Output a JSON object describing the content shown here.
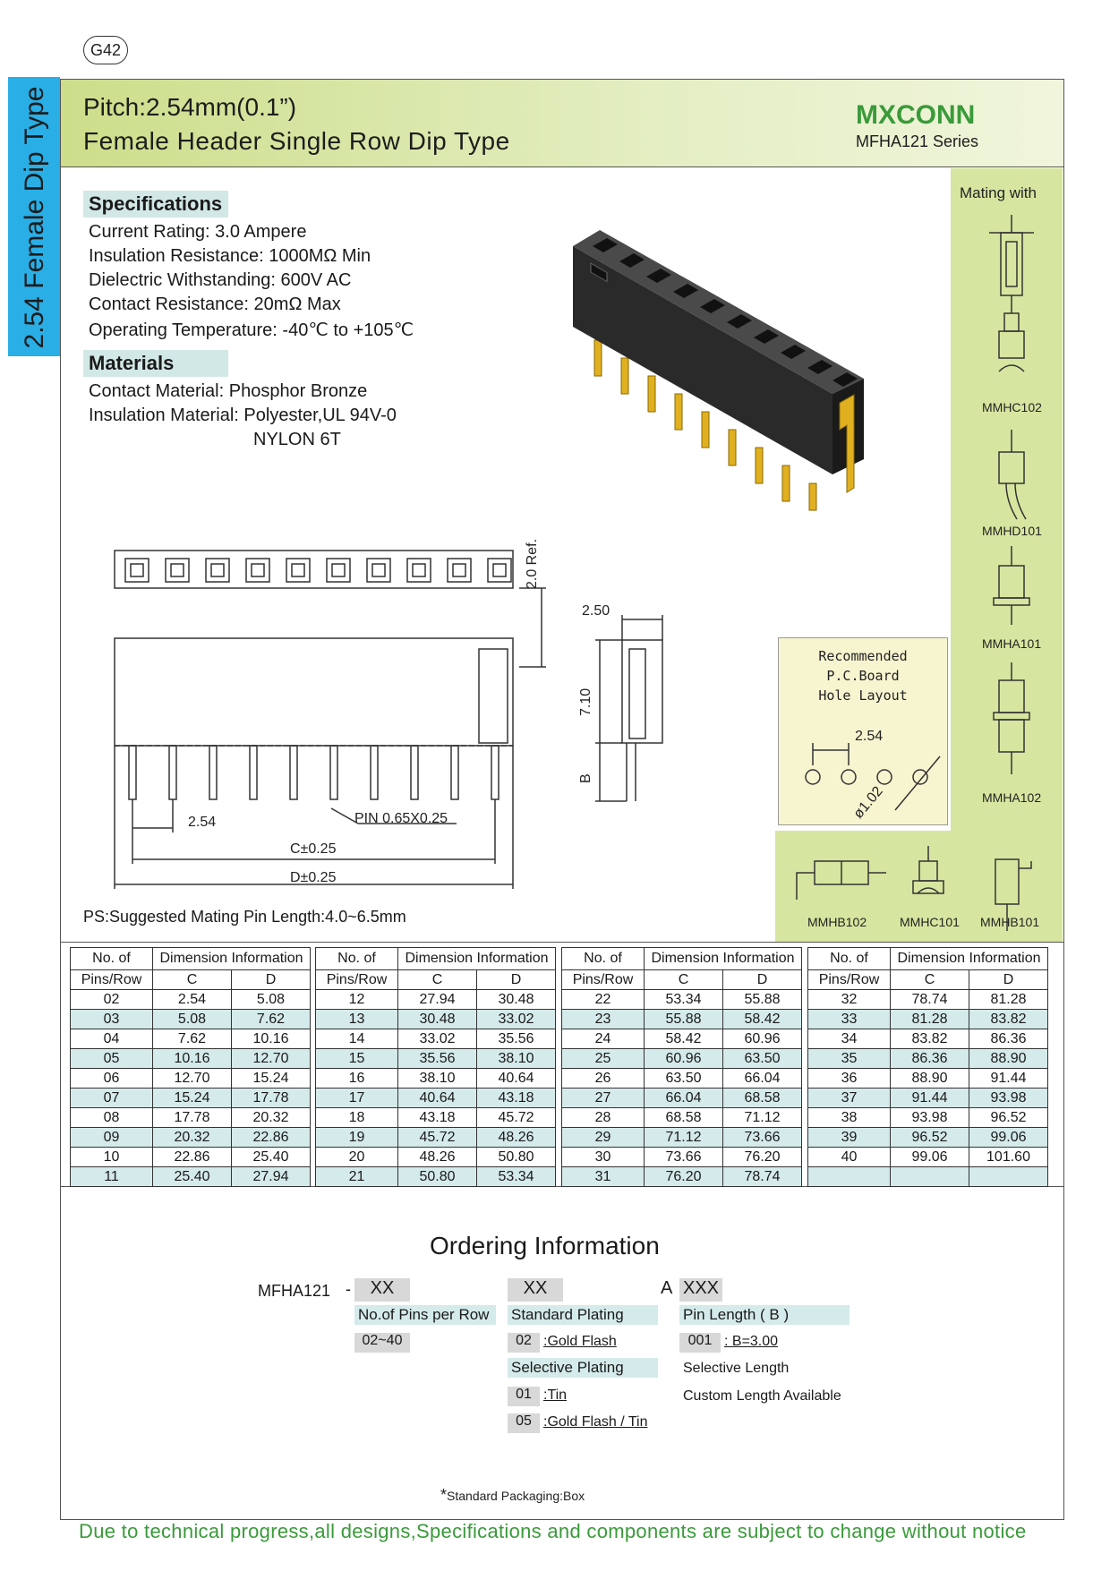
{
  "page_code": "G42",
  "side_tab": "2.54 Female Dip Type",
  "header": {
    "title_line1": "Pitch:2.54mm(0.1”)",
    "title_line2": "Female Header Single Row Dip Type",
    "brand": "MXCONN",
    "series": "MFHA121 Series"
  },
  "specifications": {
    "heading": "Specifications",
    "lines": [
      "Current Rating: 3.0 Ampere",
      "Insulation Resistance: 1000MΩ Min",
      "Dielectric Withstanding: 600V AC",
      "Contact  Resistance: 20mΩ Max",
      "Operating Temperature: -40℃ to +105℃"
    ]
  },
  "materials": {
    "heading": "Materials",
    "lines": [
      "Contact Material: Phosphor Bronze",
      "Insulation Material: Polyester,UL 94V-0",
      "NYLON 6T"
    ]
  },
  "mating": {
    "title": "Mating with",
    "items": [
      "MMHC102",
      "MMHD101",
      "MMHA101",
      "MMHA102",
      "MMHB102",
      "MMHC101",
      "MMHB101"
    ]
  },
  "drawing": {
    "ref": "2.0  Ref.",
    "side_width": "2.50",
    "side_height": "7.10",
    "side_b": "B",
    "pitch": "2.54",
    "pin": "PIN  0.65X0.25",
    "c": "C±0.25",
    "d": "D±0.25"
  },
  "pcb": {
    "line1": "Recommended",
    "line2": "P.C.Board",
    "line3": "Hole  Layout",
    "pitch": "2.54",
    "hole": "ø1.02"
  },
  "ps_note": "PS:Suggested Mating Pin Length:4.0~6.5mm",
  "table": {
    "h_pins": "No. of",
    "h_pins2": "Pins/Row",
    "h_dim": "Dimension Information",
    "h_c": "C",
    "h_d": "D",
    "blocks": [
      [
        [
          "02",
          "2.54",
          "5.08"
        ],
        [
          "03",
          "5.08",
          "7.62"
        ],
        [
          "04",
          "7.62",
          "10.16"
        ],
        [
          "05",
          "10.16",
          "12.70"
        ],
        [
          "06",
          "12.70",
          "15.24"
        ],
        [
          "07",
          "15.24",
          "17.78"
        ],
        [
          "08",
          "17.78",
          "20.32"
        ],
        [
          "09",
          "20.32",
          "22.86"
        ],
        [
          "10",
          "22.86",
          "25.40"
        ],
        [
          "11",
          "25.40",
          "27.94"
        ]
      ],
      [
        [
          "12",
          "27.94",
          "30.48"
        ],
        [
          "13",
          "30.48",
          "33.02"
        ],
        [
          "14",
          "33.02",
          "35.56"
        ],
        [
          "15",
          "35.56",
          "38.10"
        ],
        [
          "16",
          "38.10",
          "40.64"
        ],
        [
          "17",
          "40.64",
          "43.18"
        ],
        [
          "18",
          "43.18",
          "45.72"
        ],
        [
          "19",
          "45.72",
          "48.26"
        ],
        [
          "20",
          "48.26",
          "50.80"
        ],
        [
          "21",
          "50.80",
          "53.34"
        ]
      ],
      [
        [
          "22",
          "53.34",
          "55.88"
        ],
        [
          "23",
          "55.88",
          "58.42"
        ],
        [
          "24",
          "58.42",
          "60.96"
        ],
        [
          "25",
          "60.96",
          "63.50"
        ],
        [
          "26",
          "63.50",
          "66.04"
        ],
        [
          "27",
          "66.04",
          "68.58"
        ],
        [
          "28",
          "68.58",
          "71.12"
        ],
        [
          "29",
          "71.12",
          "73.66"
        ],
        [
          "30",
          "73.66",
          "76.20"
        ],
        [
          "31",
          "76.20",
          "78.74"
        ]
      ],
      [
        [
          "32",
          "78.74",
          "81.28"
        ],
        [
          "33",
          "81.28",
          "83.82"
        ],
        [
          "34",
          "83.82",
          "86.36"
        ],
        [
          "35",
          "86.36",
          "88.90"
        ],
        [
          "36",
          "88.90",
          "91.44"
        ],
        [
          "37",
          "91.44",
          "93.98"
        ],
        [
          "38",
          "93.98",
          "96.52"
        ],
        [
          "39",
          "96.52",
          "99.06"
        ],
        [
          "40",
          "99.06",
          "101.60"
        ],
        [
          "",
          "",
          ""
        ]
      ]
    ]
  },
  "ordering": {
    "title": "Ordering Information",
    "part": "MFHA121",
    "dash": "-",
    "box1": "XX",
    "box2": "XX",
    "a": "A",
    "box3": "XXX",
    "pins_label": "No.of Pins per Row",
    "pins_range": "02~40",
    "std_plating": "Standard Plating",
    "code_02": "02",
    "gold_flash": ":Gold Flash",
    "sel_plating": "Selective Plating",
    "code_01": "01",
    "tin": ":Tin",
    "code_05": "05",
    "gold_tin": ":Gold Flash / Tin",
    "pin_length": "Pin Length ( B )",
    "code_001": "001",
    "b300": ": B=3.00",
    "sel_length": "Selective Length",
    "custom": "Custom Length Available"
  },
  "packaging": "Standard Packaging:Box",
  "packaging_mark": "*",
  "footer": "Due to technical progress,all designs,Specifications and components are subject to change without notice"
}
